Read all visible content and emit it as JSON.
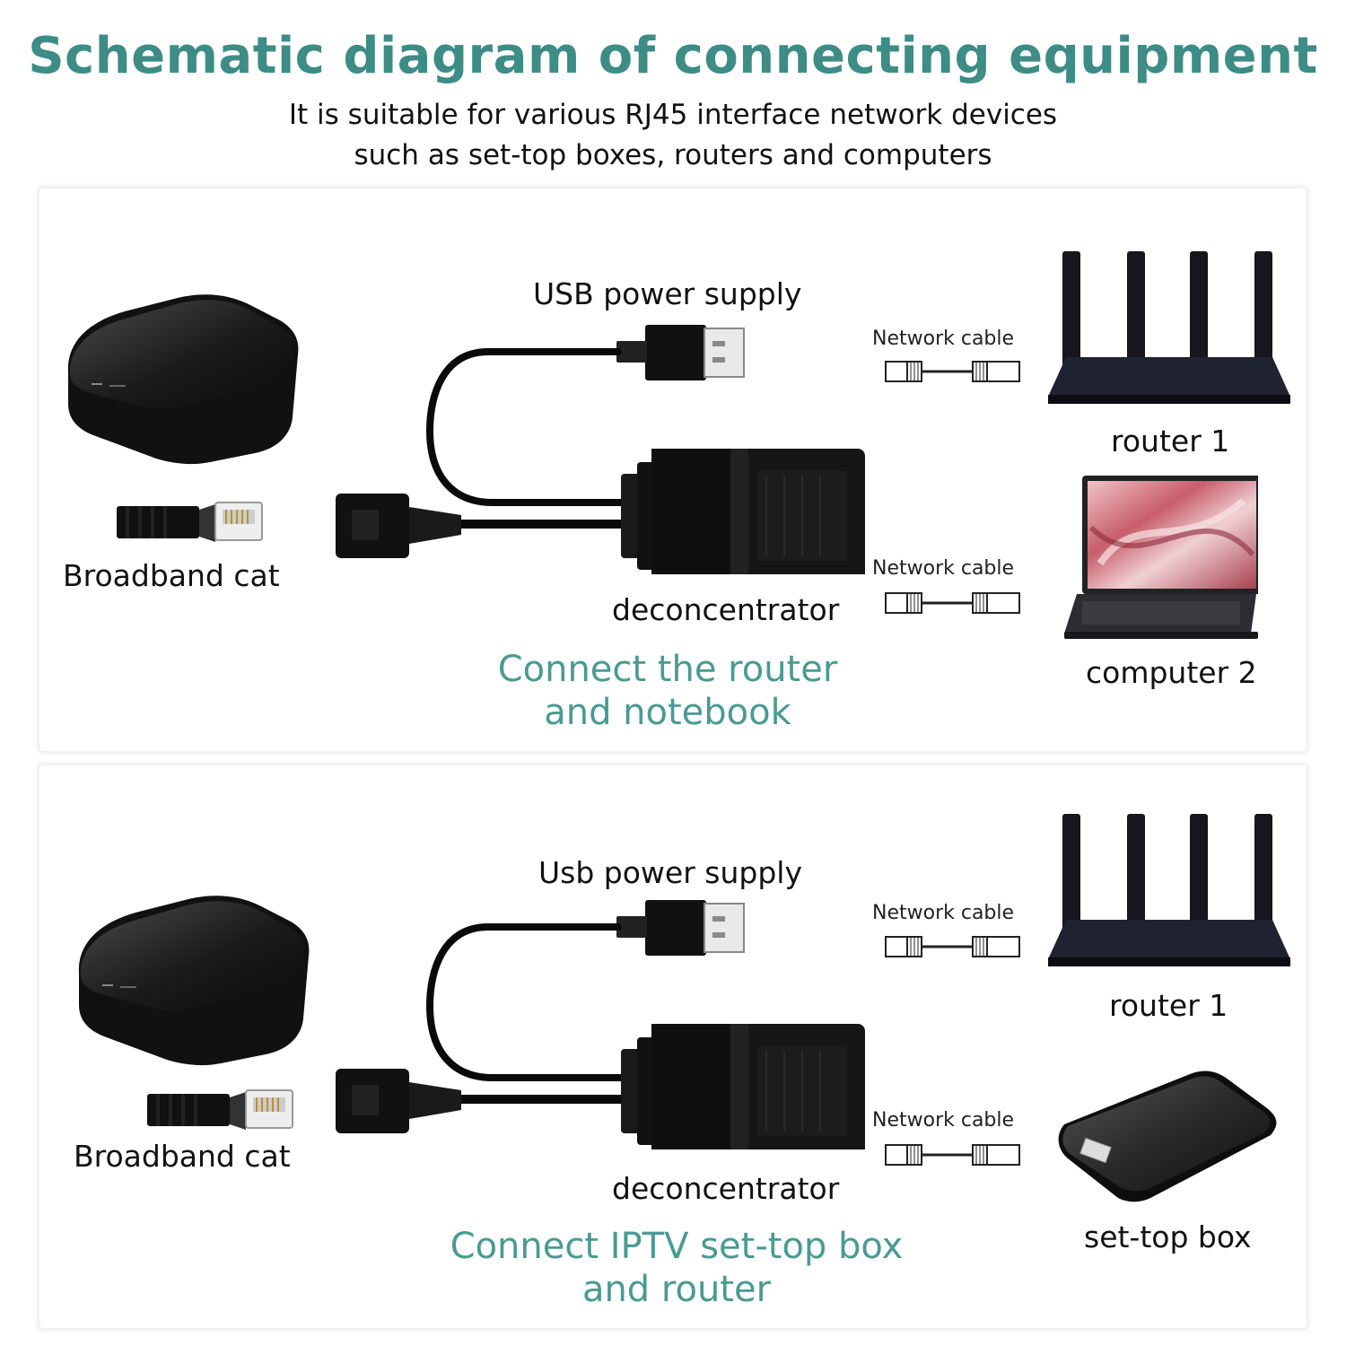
{
  "header": {
    "title": "Schematic diagram of connecting equipment",
    "subtitle_line1": "It is suitable for various RJ45 interface network devices",
    "subtitle_line2": "such as set-top boxes, routers and computers"
  },
  "panels": [
    {
      "usb_label": "USB power supply",
      "broadband_label": "Broadband cat",
      "splitter_label": "deconcentrator",
      "cable_top_label": "Network cable",
      "cable_bottom_label": "Network cable",
      "device_top_label": "router 1",
      "device_bottom_label": "computer 2",
      "caption_line1": "Connect the router",
      "caption_line2": "and notebook"
    },
    {
      "usb_label": "Usb power supply",
      "broadband_label": "Broadband cat",
      "splitter_label": "deconcentrator",
      "cable_top_label": "Network cable",
      "cable_bottom_label": "Network cable",
      "device_top_label": "router 1",
      "device_bottom_label": "set-top box",
      "caption_line1": "Connect IPTV set-top box",
      "caption_line2": "and router"
    }
  ]
}
